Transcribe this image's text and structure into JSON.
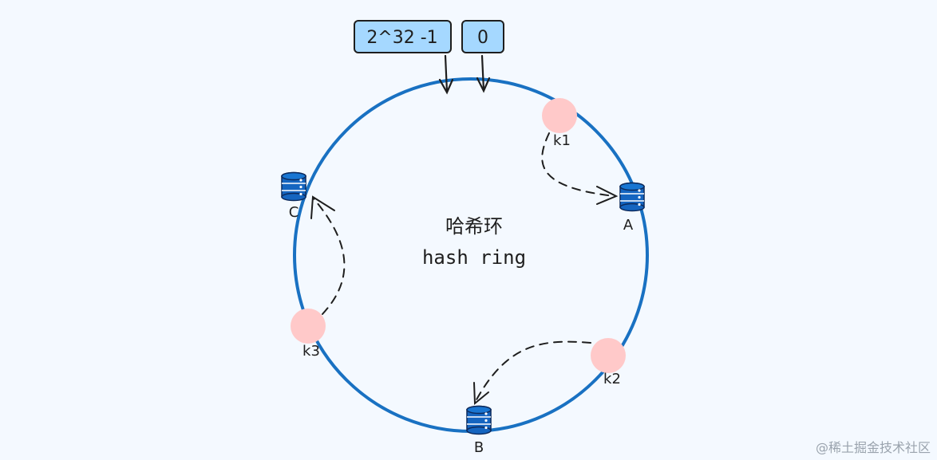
{
  "markers": {
    "max_label": "2^32 -1",
    "zero_label": "0"
  },
  "center": {
    "title_cn": "哈希环",
    "title_en": "hash ring"
  },
  "servers": [
    {
      "id": "A",
      "label": "A"
    },
    {
      "id": "B",
      "label": "B"
    },
    {
      "id": "C",
      "label": "C"
    }
  ],
  "keys": [
    {
      "id": "k1",
      "label": "k1",
      "maps_to": "A"
    },
    {
      "id": "k2",
      "label": "k2",
      "maps_to": "B"
    },
    {
      "id": "k3",
      "label": "k3",
      "maps_to": "C"
    }
  ],
  "watermark": "@稀土掘金技术社区",
  "colors": {
    "ring": "#1971c2",
    "key_fill": "#ffc9c9",
    "box_fill": "#a5d8ff",
    "db_fill": "#1565c0",
    "ink": "#1e1e1e"
  }
}
